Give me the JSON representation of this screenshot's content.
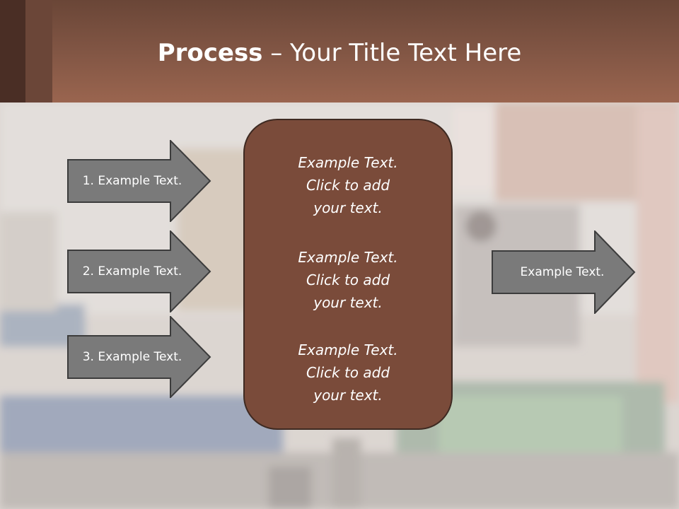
{
  "slide": {
    "title_bold": "Process",
    "title_rest": " – Your Title Text Here"
  },
  "inputs": [
    {
      "label": "1. Example Text."
    },
    {
      "label": "2. Example Text."
    },
    {
      "label": "3. Example Text."
    }
  ],
  "center": {
    "paragraphs": [
      {
        "line1": "Example Text.",
        "line2": "Click  to add",
        "line3": "your text."
      },
      {
        "line1": "Example Text.",
        "line2": "Click  to add",
        "line3": "your text."
      },
      {
        "line1": "Example Text.",
        "line2": "Click  to add",
        "line3": "your text."
      }
    ]
  },
  "output": {
    "label": "Example Text."
  },
  "colors": {
    "header": "#8a5a47",
    "center_box": "#7a4b3a",
    "arrow_fill": "#7a7a7a",
    "arrow_border": "#3c3c3c"
  }
}
